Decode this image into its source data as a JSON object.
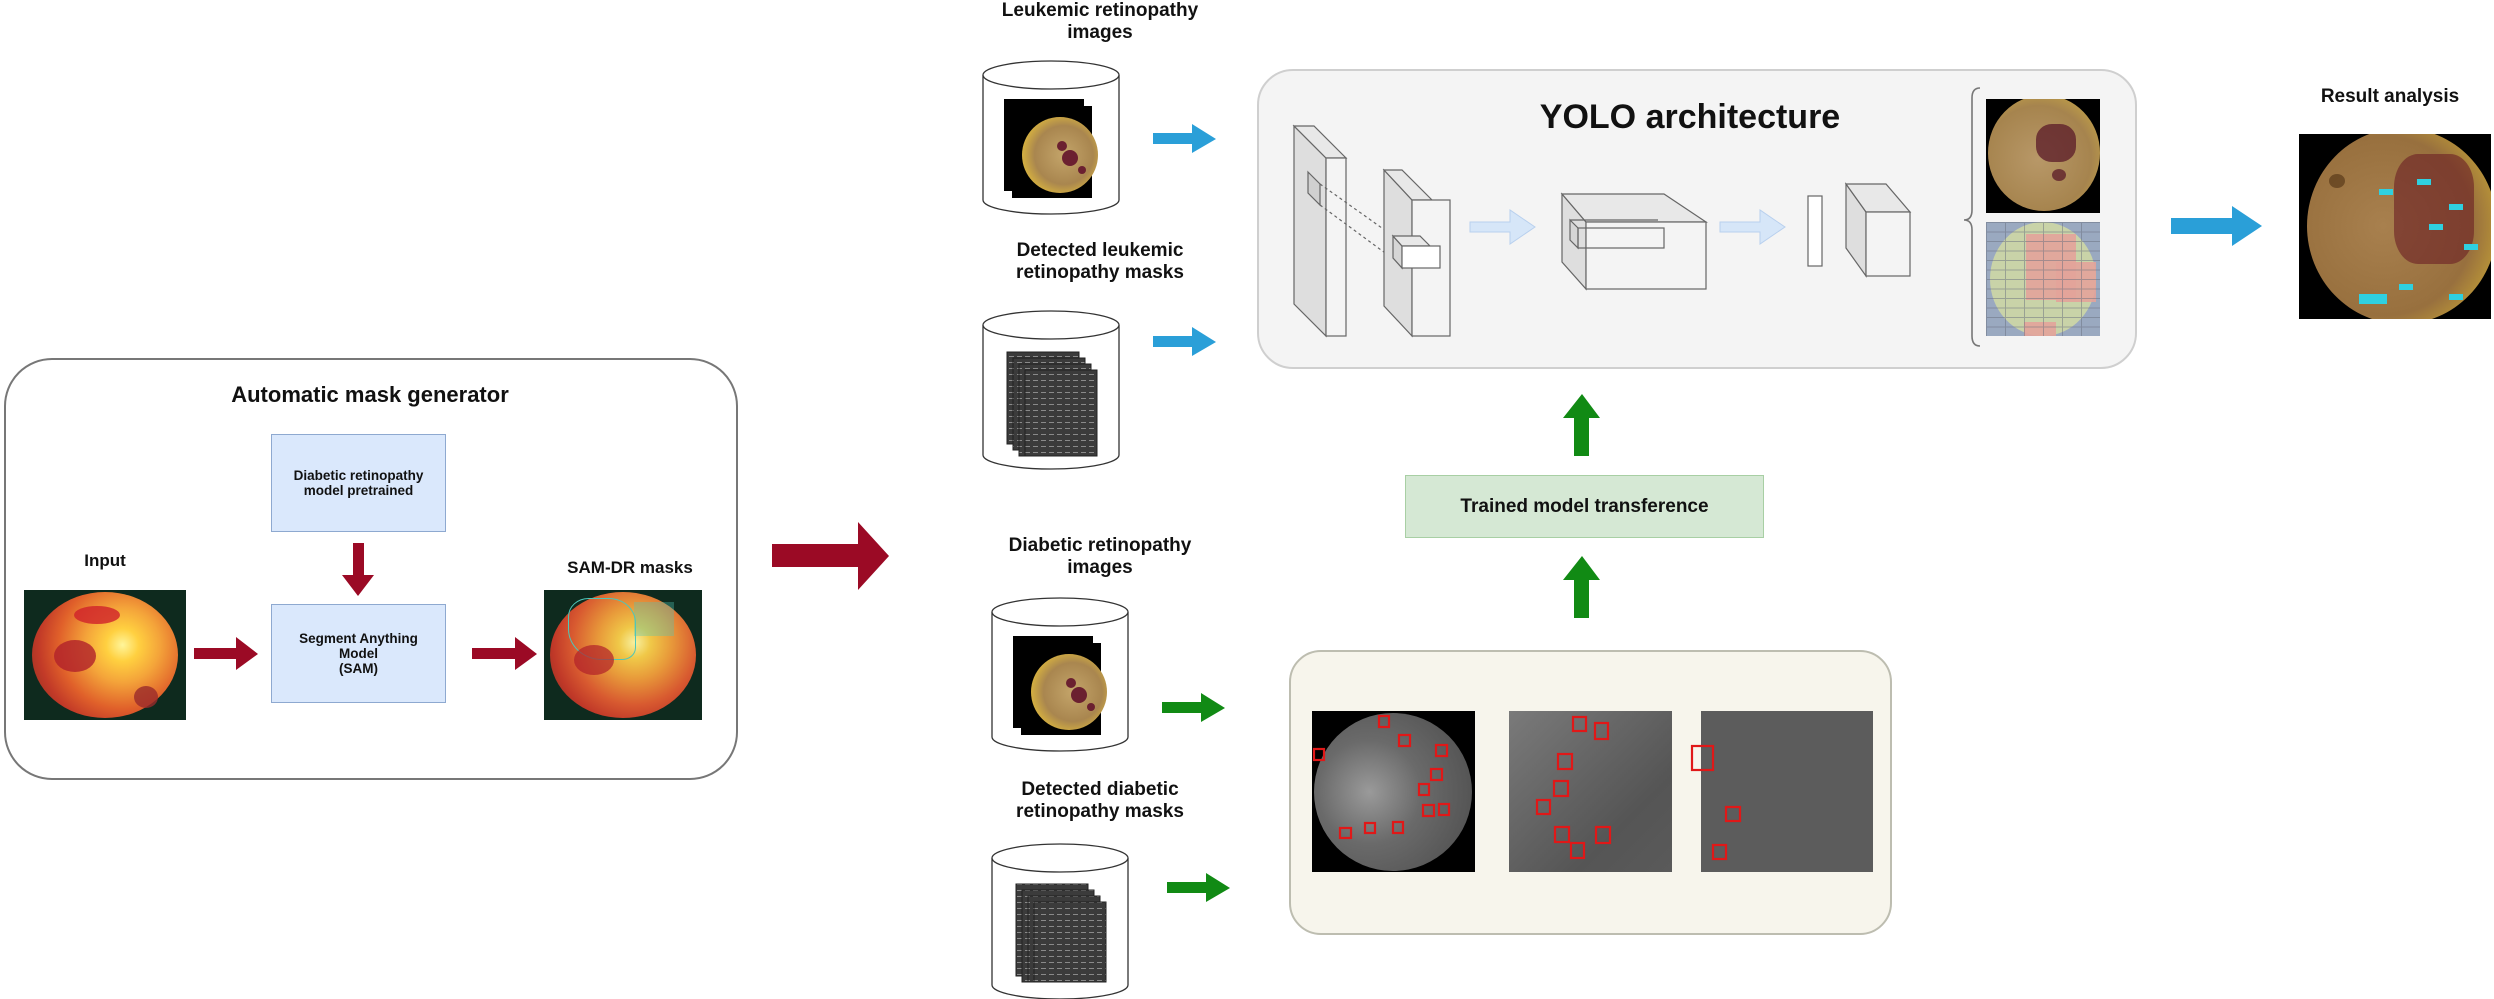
{
  "mask_generator": {
    "title": "Automatic mask generator",
    "input_label": "Input",
    "pretrained_box": "Diabetic retinopathy model pretrained",
    "pretrained_box_lines": [
      "Diabetic retinopathy",
      "model pretrained"
    ],
    "sam_box_lines": [
      "Segment Anything",
      "Model",
      "(SAM)"
    ],
    "output_label": "SAM-DR masks"
  },
  "datasets": {
    "leukemic_images": [
      "Leukemic retinopathy",
      "images"
    ],
    "leukemic_masks": [
      "Detected leukemic",
      "retinopathy masks"
    ],
    "diabetic_images": [
      "Diabetic retinopathy",
      "images"
    ],
    "diabetic_masks": [
      "Detected diabetic",
      "retinopathy masks"
    ]
  },
  "yolo": {
    "title": "YOLO architecture"
  },
  "transfer": {
    "label": "Trained model transference"
  },
  "result": {
    "title": "Result analysis"
  },
  "colors": {
    "red_arrow": "#9b0a25",
    "blue_arrow": "#2a9fd8",
    "green_arrow": "#118a14",
    "light_blue_arrow": "#cfe2f6",
    "box_blue": "#dae8fc",
    "box_green": "#d5e8d4",
    "yolo_panel": "#f4f4f4",
    "dr_panel": "#f7f5ec"
  }
}
